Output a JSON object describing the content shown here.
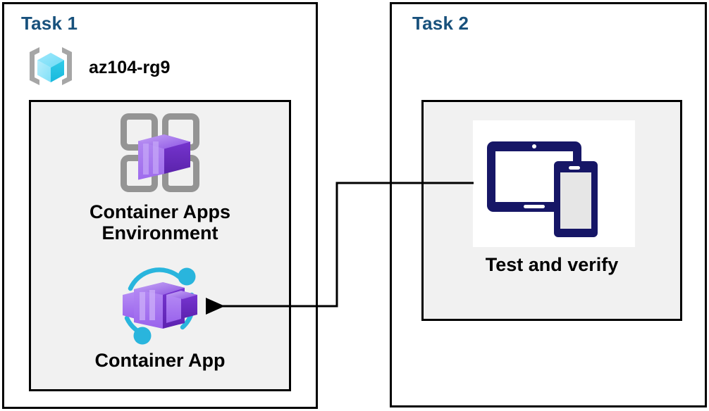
{
  "diagram": {
    "title_color": "#18517c",
    "panel_fill": "#f1f1f1",
    "border_color": "#000000"
  },
  "task1": {
    "title": "Task 1",
    "resource_group": {
      "icon": "azure-resource-group-icon",
      "name": "az104-rg9"
    },
    "nodes": [
      {
        "icon": "container-apps-environment-icon",
        "label_line1": "Container Apps",
        "label_line2": "Environment"
      },
      {
        "icon": "container-app-icon",
        "label_line1": "Container App",
        "label_line2": ""
      }
    ]
  },
  "task2": {
    "title": "Task 2",
    "nodes": [
      {
        "icon": "test-and-verify-devices-icon",
        "label": "Test and verify"
      }
    ]
  },
  "connector": {
    "name": "test-to-container-app-arrow",
    "from": "Test and verify",
    "to": "Container App",
    "arrow_direction": "left"
  }
}
